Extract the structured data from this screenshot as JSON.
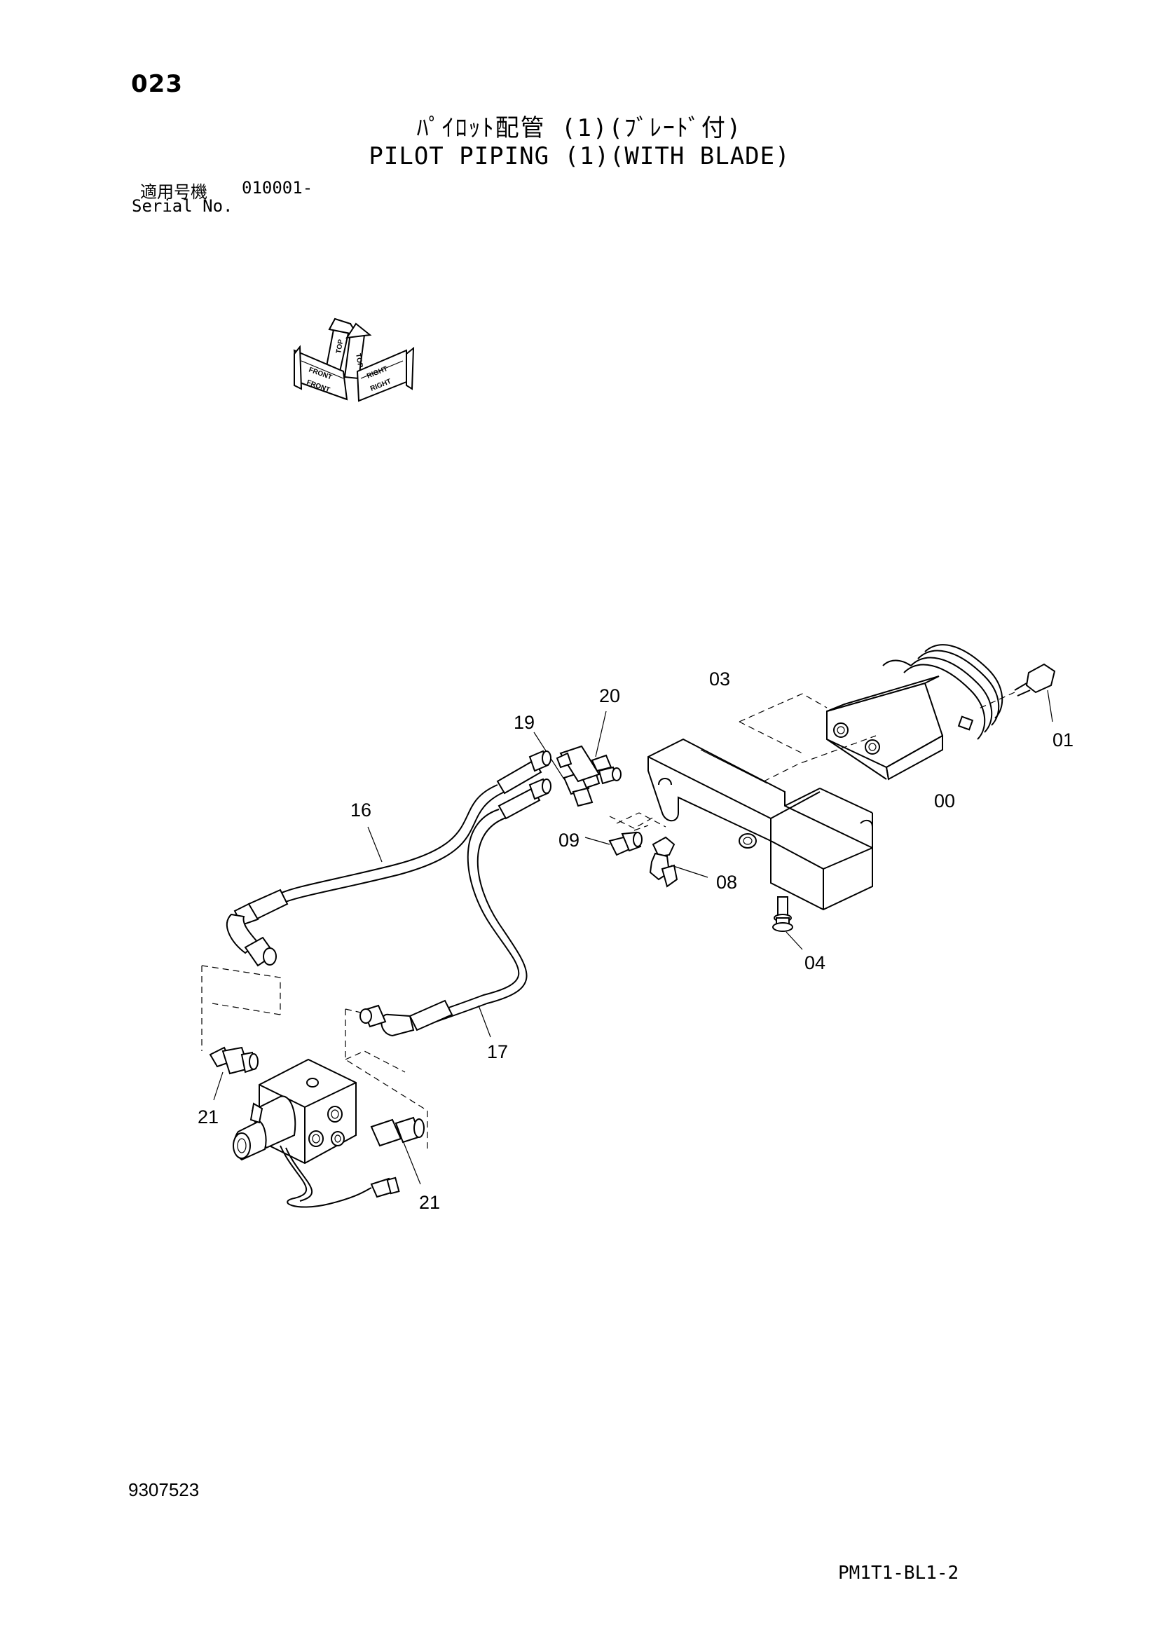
{
  "page_number": "023",
  "title_jp": "ﾊﾟｲﾛｯﾄ配管 (1)(ﾌﾞﾚｰﾄﾞ付)",
  "title_en": "PILOT PIPING (1)(WITH BLADE)",
  "serial": {
    "label_jp": "適用号機",
    "value": "010001-",
    "label_en": "Serial No."
  },
  "orientation_indicator": {
    "labels": [
      "TOP",
      "FRONT",
      "RIGHT"
    ]
  },
  "part_callouts": [
    "00",
    "01",
    "03",
    "04",
    "08",
    "09",
    "16",
    "17",
    "19",
    "20",
    "21",
    "21"
  ],
  "drawing_number": "9307523",
  "sheet_code": "PM1T1-BL1-2"
}
